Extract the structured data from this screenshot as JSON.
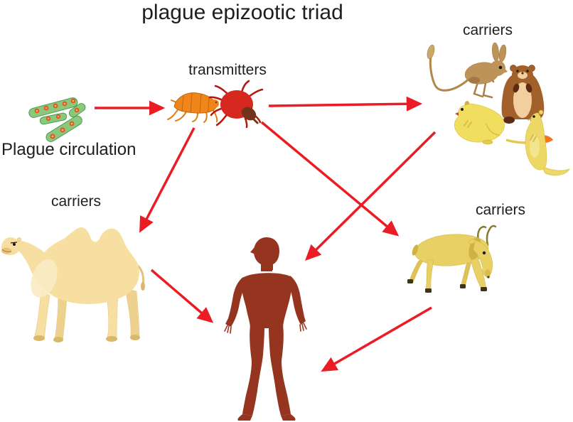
{
  "title": "plague epizootic triad",
  "nodes": {
    "plague_circulation": {
      "label": "Plague circulation",
      "icon": "bacteria-icon"
    },
    "transmitters": {
      "label": "transmitters",
      "icons": [
        "flea-icon",
        "tick-icon"
      ]
    },
    "carriers_rodents": {
      "label": "carriers",
      "icons": [
        "jerboa-icon",
        "marmot-icon",
        "gerbil-icon",
        "ground-squirrel-icon"
      ]
    },
    "carriers_camel": {
      "label": "carriers",
      "icon": "camel-icon"
    },
    "carriers_saiga": {
      "label": "carriers",
      "icon": "saiga-antelope-icon"
    },
    "human": {
      "icon": "human-icon"
    }
  },
  "edges": [
    {
      "from": "plague_circulation",
      "to": "transmitters"
    },
    {
      "from": "transmitters",
      "to": "carriers_rodents"
    },
    {
      "from": "transmitters",
      "to": "carriers_camel"
    },
    {
      "from": "transmitters",
      "to": "carriers_saiga"
    },
    {
      "from": "carriers_rodents",
      "to": "human"
    },
    {
      "from": "carriers_camel",
      "to": "human"
    },
    {
      "from": "carriers_saiga",
      "to": "human"
    }
  ],
  "colors": {
    "background": "#ffffff",
    "text": "#1e1e1e",
    "arrow": "#ec1c24",
    "human": "#96351f",
    "camel": "#f6dfa0",
    "saiga": "#e8d064",
    "bacteria": "#8cc87c",
    "flea": "#f08519",
    "tick": "#d6281e",
    "jerboa": "#be9359",
    "marmot": "#a2602b",
    "gerbil": "#f2de5e",
    "ground_squirrel": "#edd765"
  }
}
